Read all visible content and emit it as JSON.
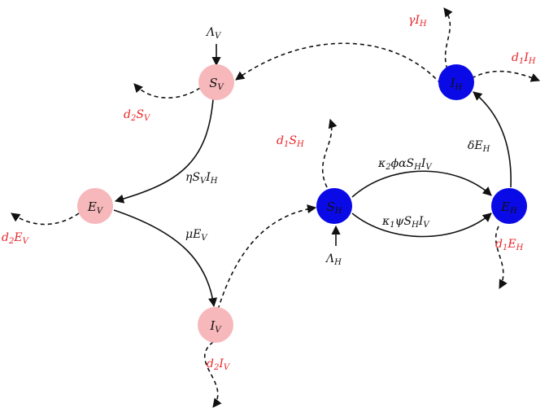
{
  "colors": {
    "vector_node": "#f7b8bb",
    "host_node": "#0a0ae6",
    "loss_label": "#e8262a",
    "edge": "#111111"
  },
  "nodes": {
    "sv": {
      "main": "S",
      "sub": "V"
    },
    "ev": {
      "main": "E",
      "sub": "V"
    },
    "iv": {
      "main": "I",
      "sub": "V"
    },
    "sh": {
      "main": "S",
      "sub": "H"
    },
    "eh": {
      "main": "E",
      "sub": "H"
    },
    "ih": {
      "main": "I",
      "sub": "H"
    }
  },
  "labels": {
    "lambda_v": {
      "main": "Λ",
      "sub": "V"
    },
    "lambda_h": {
      "main": "Λ",
      "sub": "H"
    },
    "d2sv": {
      "p1": "d",
      "s1": "2",
      "p2": "S",
      "s2": "V"
    },
    "d2ev": {
      "p1": "d",
      "s1": "2",
      "p2": "E",
      "s2": "V"
    },
    "d2iv": {
      "p1": "d",
      "s1": "2",
      "p2": "I",
      "s2": "V"
    },
    "d1sh": {
      "p1": "d",
      "s1": "1",
      "p2": "S",
      "s2": "H"
    },
    "d1eh": {
      "p1": "d",
      "s1": "1",
      "p2": "E",
      "s2": "H"
    },
    "d1ih": {
      "p1": "d",
      "s1": "1",
      "p2": "I",
      "s2": "H"
    },
    "gamma_ih": {
      "p1": "γI",
      "s1": "H"
    },
    "eta_sv_ih": {
      "p1": "ηS",
      "s1": "V",
      "p2": "I",
      "s2": "H"
    },
    "mu_ev": {
      "p1": "μE",
      "s1": "V"
    },
    "delta_eh": {
      "p1": "δE",
      "s1": "H"
    },
    "k2": {
      "p1": "κ",
      "s1": "2",
      "p2": "ϕαS",
      "s2": "H",
      "p3": "I",
      "s3": "V"
    },
    "k1": {
      "p1": "κ",
      "s1": "1",
      "p2": "ψS",
      "s2": "H",
      "p3": "I",
      "s3": "V"
    }
  }
}
